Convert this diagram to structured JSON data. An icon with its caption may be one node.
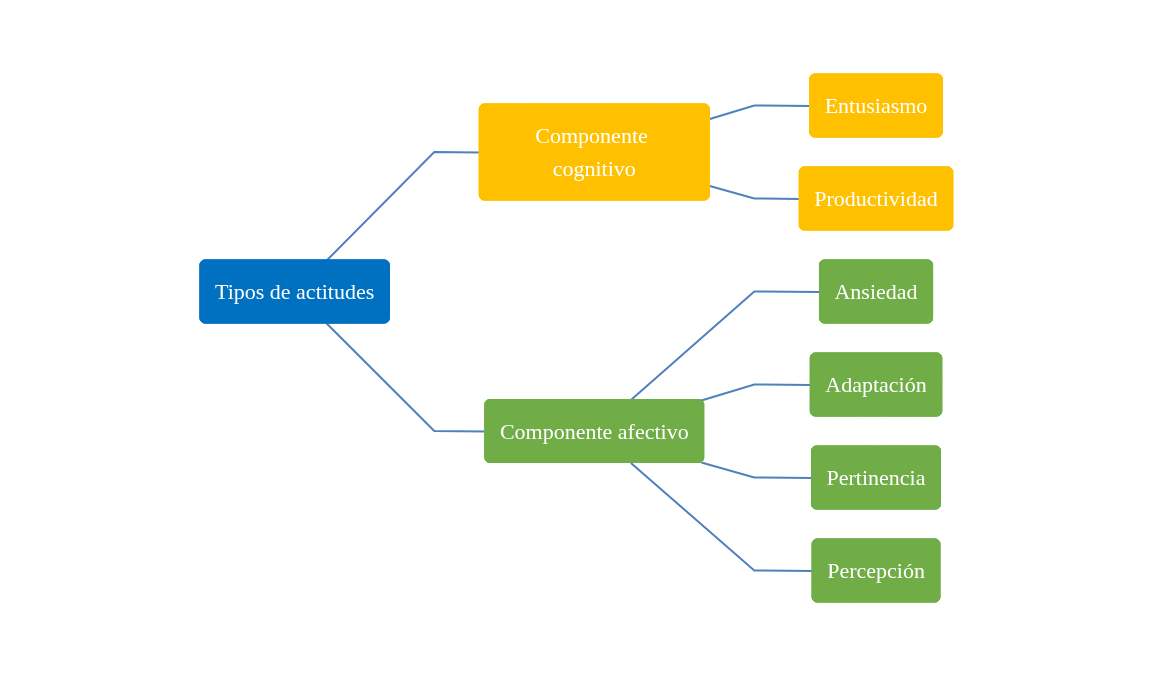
{
  "diagram": {
    "nodes": [
      {
        "text": [
          "Tipos de actitudes"
        ]
      },
      {
        "text": [
          "Componente cognitivo"
        ]
      },
      {
        "text": [
          "Entusiasmo"
        ]
      },
      {
        "text": [
          "Productividad"
        ]
      },
      {
        "text": [
          "Componente afectivo"
        ]
      },
      {
        "text": [
          "Ansiedad"
        ]
      },
      {
        "text": [
          "Adaptación"
        ]
      },
      {
        "text": [
          "Pertinencia"
        ]
      },
      {
        "text": [
          "Percepción"
        ]
      }
    ],
    "edges": [
      {
        "from": 0,
        "to": 1,
        "arrow": "none"
      },
      {
        "from": 0,
        "to": 4,
        "arrow": "none"
      },
      {
        "from": 1,
        "to": 2,
        "arrow": "none"
      },
      {
        "from": 1,
        "to": 3,
        "arrow": "none"
      },
      {
        "from": 4,
        "to": 5,
        "arrow": "none"
      },
      {
        "from": 4,
        "to": 6,
        "arrow": "none"
      },
      {
        "from": 4,
        "to": 7,
        "arrow": "none"
      },
      {
        "from": 4,
        "to": 8,
        "arrow": "none"
      }
    ]
  }
}
